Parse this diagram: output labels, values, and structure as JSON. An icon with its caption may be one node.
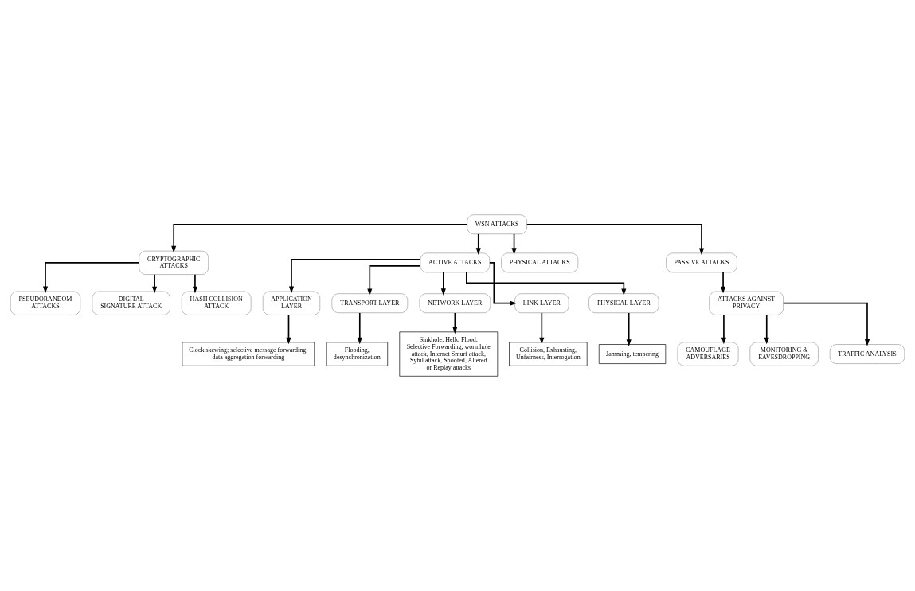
{
  "diagram": {
    "nodes": [
      {
        "text": [
          "WSN ATTACKS"
        ]
      },
      {
        "text": [
          "CRYPTOGRAPHIC ATTACKS"
        ]
      },
      {
        "text": [
          "ACTIVE ATTACKS"
        ]
      },
      {
        "text": [
          "PHYSICAL ATTACKS"
        ]
      },
      {
        "text": [
          "PASSIVE ATTACKS"
        ]
      },
      {
        "text": [
          "PSEUDORANDOM ATTACKS"
        ]
      },
      {
        "text": [
          "DIGITAL SIGNATURE ATTACK"
        ]
      },
      {
        "text": [
          "HASH COLLISION ATTACK"
        ]
      },
      {
        "text": [
          "APPLICATION LAYER"
        ]
      },
      {
        "text": [
          "Clock skewing; selective message forwarding; data aggregation forwarding"
        ]
      },
      {
        "text": [
          "TRANSPORT LAYER"
        ]
      },
      {
        "text": [
          "Flooding, desynchronization"
        ]
      },
      {
        "text": [
          "NETWORK LAYER"
        ]
      },
      {
        "text": [
          "Sinkhole, Hello Flood; Selective Forwarding, wormhole attack, Internet Smurf attack, Sybil attack, Spoofed, Altered or Replay attacks"
        ]
      },
      {
        "text": [
          "LINK LAYER"
        ]
      },
      {
        "text": [
          "Collision, Exhausting, Unfairness, Interrogation"
        ]
      },
      {
        "text": [
          "PHYSICAL LAYER"
        ]
      },
      {
        "text": [
          "Jamming, tempering"
        ]
      },
      {
        "text": [
          "ATTACKS AGAINST PRIVACY"
        ]
      },
      {
        "text": [
          "CAMOUFLAGE ADVERSARIES"
        ]
      },
      {
        "text": [
          "MONITORING & EAVESDROPPING"
        ]
      },
      {
        "text": [
          "TRAFFIC ANALYSIS"
        ]
      }
    ],
    "edges": [
      {
        "from": 0,
        "to": 1,
        "arrow": "to"
      },
      {
        "from": 0,
        "to": 2,
        "arrow": "to"
      },
      {
        "from": 0,
        "to": 3,
        "arrow": "to"
      },
      {
        "from": 0,
        "to": 4,
        "arrow": "to"
      },
      {
        "from": 1,
        "to": 5,
        "arrow": "to"
      },
      {
        "from": 1,
        "to": 6,
        "arrow": "to"
      },
      {
        "from": 1,
        "to": 7,
        "arrow": "to"
      },
      {
        "from": 2,
        "to": 8,
        "arrow": "to"
      },
      {
        "from": 2,
        "to": 10,
        "arrow": "to"
      },
      {
        "from": 2,
        "to": 12,
        "arrow": "to"
      },
      {
        "from": 2,
        "to": 14,
        "arrow": "to"
      },
      {
        "from": 2,
        "to": 16,
        "arrow": "to"
      },
      {
        "from": 8,
        "to": 9,
        "arrow": "to"
      },
      {
        "from": 10,
        "to": 11,
        "arrow": "to"
      },
      {
        "from": 12,
        "to": 13,
        "arrow": "to"
      },
      {
        "from": 14,
        "to": 15,
        "arrow": "to"
      },
      {
        "from": 16,
        "to": 17,
        "arrow": "to"
      },
      {
        "from": 4,
        "to": 18,
        "arrow": "to"
      },
      {
        "from": 18,
        "to": 19,
        "arrow": "to"
      },
      {
        "from": 18,
        "to": 20,
        "arrow": "to"
      },
      {
        "from": 18,
        "to": 21,
        "arrow": "to"
      }
    ]
  }
}
